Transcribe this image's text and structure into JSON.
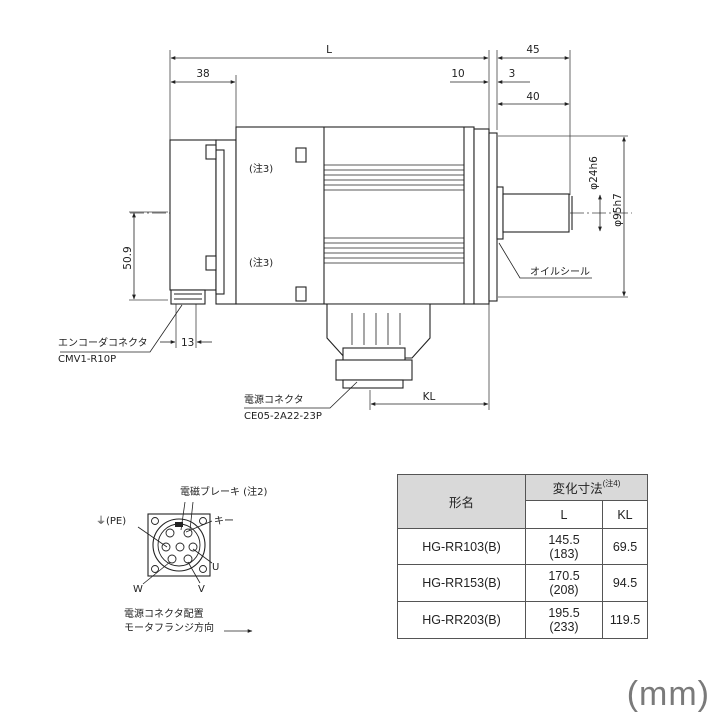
{
  "dimensions": {
    "L": "L",
    "d45": "45",
    "d38": "38",
    "d10": "10",
    "d3": "3",
    "d40": "40",
    "shaft_dia": "φ24h6",
    "flange_dia": "φ95h7",
    "d509": "50.9",
    "d13": "13",
    "KL": "KL"
  },
  "callouts": {
    "note3_upper": "(注3)",
    "note3_lower": "(注3)",
    "oil_seal": "オイルシール",
    "encoder_connector_line1": "エンコーダコネクタ",
    "encoder_connector_line2": "CMV1-R10P",
    "power_connector_line1": "電源コネクタ",
    "power_connector_line2": "CE05-2A22-23P"
  },
  "connector_view": {
    "brake_label": "電磁ブレーキ (注2)",
    "pe_label": "⏚(PE)",
    "key_label": "キー",
    "u_label": "U",
    "v_label": "V",
    "w_label": "W",
    "caption_line1": "電源コネクタ配置",
    "caption_line2": "モータフランジ方向"
  },
  "table": {
    "model_header": "形名",
    "var_header": "変化寸法",
    "var_note": "(注4)",
    "col_L": "L",
    "col_KL": "KL",
    "rows": [
      {
        "model": "HG-RR103(B)",
        "L": "145.5",
        "L_brake": "(183)",
        "KL": "69.5"
      },
      {
        "model": "HG-RR153(B)",
        "L": "170.5",
        "L_brake": "(208)",
        "KL": "94.5"
      },
      {
        "model": "HG-RR203(B)",
        "L": "195.5",
        "L_brake": "(233)",
        "KL": "119.5"
      }
    ]
  },
  "unit": "(mm)"
}
